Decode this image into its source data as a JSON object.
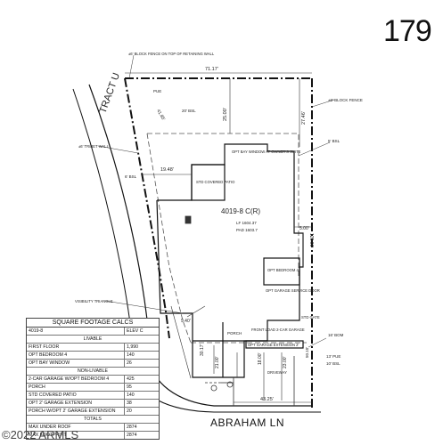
{
  "sheet_number": "179",
  "street_name": "ABRAHAM LN",
  "copyright": "©2022 ARMLS",
  "tract_label": "TRACT U",
  "plan_labels": {
    "block_fence_top": "±6' BLOCK FENCE ON TOP OF RETAINING WALL",
    "block_fence_right": "±6' BLOCK FENCE",
    "dim_top": "71.17'",
    "dim_25": "25.00'",
    "dim_2746": "27.46'",
    "pue": "PUE",
    "bsl_20": "20' BSL",
    "dim_4185": "41.85'",
    "opt_bay_window": "OPT BAY WINDOW AT OWNER'S SUITE",
    "bsl_5": "5' BSL",
    "retaining_wall": "±6' TR/RET WALL",
    "dim_1948": "19.48'",
    "bsl_6": "6' BSL",
    "std_patio": "STD COVERED PATIO",
    "plan_name": "4019-8 C(R)",
    "lf": "LF 1604.37",
    "pad": "PAD 1603.7",
    "dim_500": "5.00'",
    "dim_12500": "125.00'",
    "opt_bedroom": "OPT BEDROOM 4",
    "garage_door": "OPT GARAGE SERVICE DOOR",
    "visibility": "VISIBILITY TRIANGLE",
    "dim_940": "9.40'",
    "std_gate": "STD GATE",
    "porch": "PORCH",
    "front_load": "FRONT LOAD 2-CAR GARAGE",
    "garage_ext": "OPT GARAGE EXTENSION 2'",
    "dim_3017": "30.17'",
    "dim_2100": "21.00'",
    "dim_1800": "18.00'",
    "dim_2300": "23.00'",
    "driveway": "DRIVEWAY",
    "bom_16": "16' BOM",
    "pue_13": "13' PUE",
    "bsl_10": "10' BSL",
    "dim_4325": "43.25'",
    "dim_5010": "50.10'"
  },
  "sqft_table": {
    "title": "SQUARE FOOTAGE CALCS",
    "header": [
      "4019-8",
      "ELEV C"
    ],
    "livable_label": "LIVABLE",
    "livable": [
      [
        "FIRST FLOOR",
        "1,990"
      ],
      [
        "OPT BEDROOM 4",
        "140"
      ],
      [
        "OPT BAY WINDOW",
        "26"
      ]
    ],
    "nonlivable_label": "NON-LIVABLE",
    "nonlivable": [
      [
        "2-CAR GARAGE W/OPT BEDROOM 4",
        "425"
      ],
      [
        "PORCH",
        "95"
      ],
      [
        "STD COVERED PATIO",
        "140"
      ],
      [
        "OPT 2' GARAGE EXTENSION",
        "38"
      ],
      [
        "PORCH W/OPT 2' GARAGE EXTENSION",
        "20"
      ]
    ],
    "totals_label": "TOTALS",
    "totals": [
      [
        "MAX UNDER ROOF",
        "2874"
      ],
      [
        "MAX FOOTPRINT",
        "2874"
      ]
    ]
  }
}
